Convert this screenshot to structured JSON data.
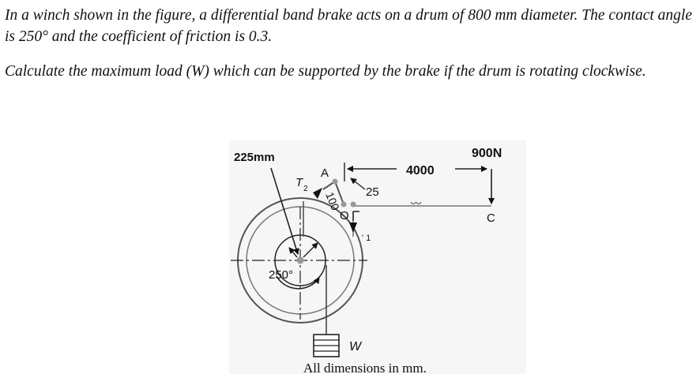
{
  "problem": {
    "paragraph_1": "In a winch shown in the figure, a differential band brake acts on a drum of 800 mm diameter. The contact angle is 250° and the coefficient of friction is 0.3.",
    "paragraph_2": "Calculate the maximum load (W) which can be supported by the brake if the drum is rotating clockwise."
  },
  "figure": {
    "label_225mm": "225mm",
    "label_T2": "T",
    "label_T2_sub": "2",
    "label_A": "A",
    "label_25": "25",
    "label_4000": "4000",
    "label_900N": "900N",
    "label_100": "100",
    "label_O": "O",
    "label_C": "C",
    "label_T1_partial": "' 1",
    "label_250": "250°",
    "label_W": "W",
    "caption": "All dimensions in mm."
  }
}
